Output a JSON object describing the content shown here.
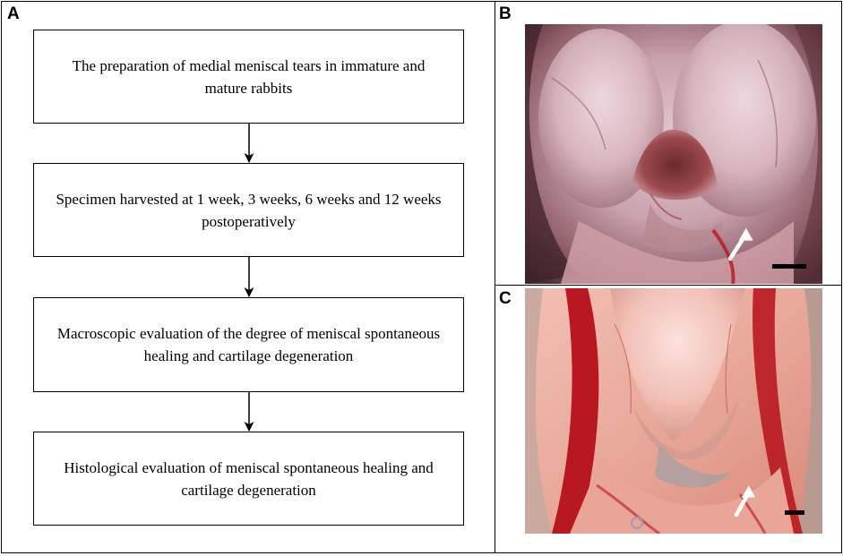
{
  "panels": {
    "a": {
      "letter": "A"
    },
    "b": {
      "letter": "B"
    },
    "c": {
      "letter": "C"
    }
  },
  "flowchart": {
    "steps": [
      "The preparation of medial meniscal tears in immature and mature rabbits",
      "Specimen harvested at 1 week, 3 weeks, 6 weeks and 12 weeks postoperatively",
      "Macroscopic evaluation of the degree of meniscal spontaneous healing and cartilage degeneration",
      "Histological evaluation of meniscal spontaneous healing and cartilage degeneration"
    ]
  },
  "colors": {
    "photo_b_tissue": "#c9a3ad",
    "photo_c_tissue": "#e8a89a",
    "blood_red": "#b8181f",
    "arrow_marker": "#ffffff",
    "scale_bar": "#000000"
  },
  "photos": {
    "b": {
      "description_icon": "arthroscopic-photo"
    },
    "c": {
      "description_icon": "arthroscopic-photo"
    }
  }
}
